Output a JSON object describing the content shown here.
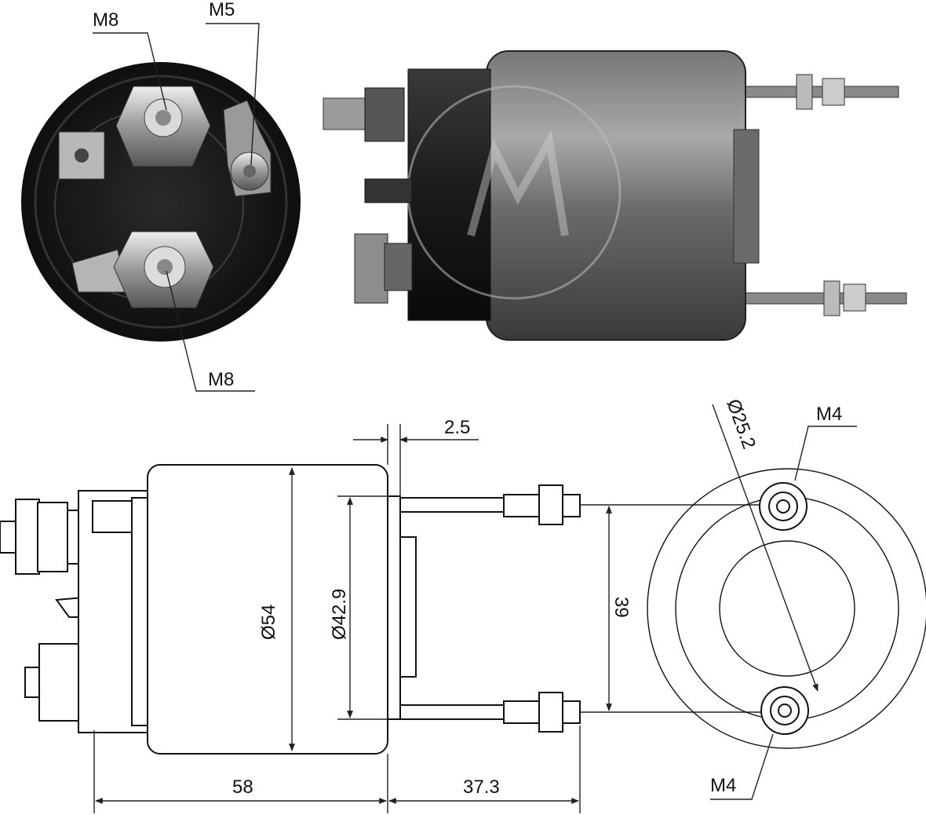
{
  "photo_end_view": {
    "labels": {
      "top_left_terminal": "M8",
      "top_right_terminal": "M5",
      "bottom_terminal": "M8"
    }
  },
  "photo_side_view": {
    "watermark_mark": "M-logo"
  },
  "drawing_side_view": {
    "dimensions": {
      "flange_thickness": "2.5",
      "body_diameter": "Ø54",
      "flange_diameter": "Ø42.9",
      "stud_spacing": "39",
      "body_length": "58",
      "stud_length": "37.3"
    }
  },
  "drawing_end_view": {
    "dimensions": {
      "stud_circle_diameter": "Ø25.2",
      "top_stud_thread": "M4",
      "bottom_stud_thread": "M4"
    }
  },
  "colors": {
    "photo_dark": "#1c1c1c",
    "photo_mid": "#5a5a5a",
    "photo_light": "#c8c8c8",
    "line": "#111111"
  }
}
